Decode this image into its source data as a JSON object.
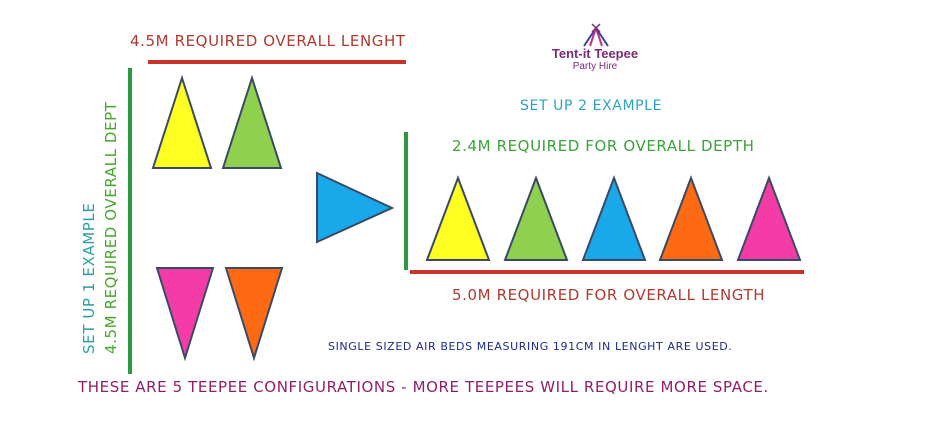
{
  "logo": {
    "title": "Tent-it Teepee",
    "subtitle": "Party Hire",
    "icon": "teepee-logo-icon"
  },
  "setup1": {
    "length_label": "4.5M REQUIRED OVERALL LENGHT",
    "title": "SET UP 1  EXAMPLE",
    "depth_label": "4.5M REQUIRED OVERALL DEPT",
    "teepee_colors": [
      "#ffff22",
      "#8fd14f",
      "#f53ca6",
      "#ff6a13"
    ]
  },
  "setup2": {
    "title": "SET UP 2 EXAMPLE",
    "depth_label": "2.4M REQUIRED FOR OVERALL DEPTH",
    "length_label": "5.0M REQUIRED FOR OVERALL LENGTH",
    "teepee_colors": [
      "#ffff22",
      "#8fd14f",
      "#19a8ea",
      "#ff6a13",
      "#f53ca6"
    ]
  },
  "arrow_color": "#19a8ea",
  "notes": {
    "airbeds": "SINGLE SIZED AIR BEDS MEASURING 191CM IN LENGHT ARE USED.",
    "footer": "THESE ARE 5 TEEPEE CONFIGURATIONS - MORE TEEPEES WILL REQUIRE MORE SPACE."
  }
}
